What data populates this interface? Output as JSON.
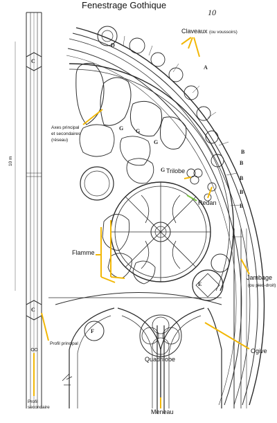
{
  "title": "Fenestrage Gothique",
  "page_number": "10",
  "labels": {
    "claveaux": "Claveaux",
    "claveaux_note": "(ou voussoirs)",
    "axes_line1": "Axes principal",
    "axes_line2": "et secondaires",
    "axes_line3": "(réseau)",
    "trilobe": "Trilobe",
    "redan": "Redan",
    "flamme": "Flamme",
    "jambage": "Jambage",
    "jambage_note": "(ou pied-droit)",
    "quadrilobe": "Quadrilobe",
    "ogive": "Ogive",
    "profil_principal": "Profil principal",
    "profil_secondaire_line1": "Profil",
    "profil_secondaire_line2": "secondaire",
    "meneau": "Meneau"
  },
  "plate_letters": {
    "a": "A",
    "b": "B",
    "c": "C",
    "d": "D",
    "e": "E",
    "f": "F",
    "g": "G"
  },
  "colors": {
    "arrow": "#f2b705",
    "redan_arrow": "#7ac143",
    "ink": "#2a2a2a"
  }
}
